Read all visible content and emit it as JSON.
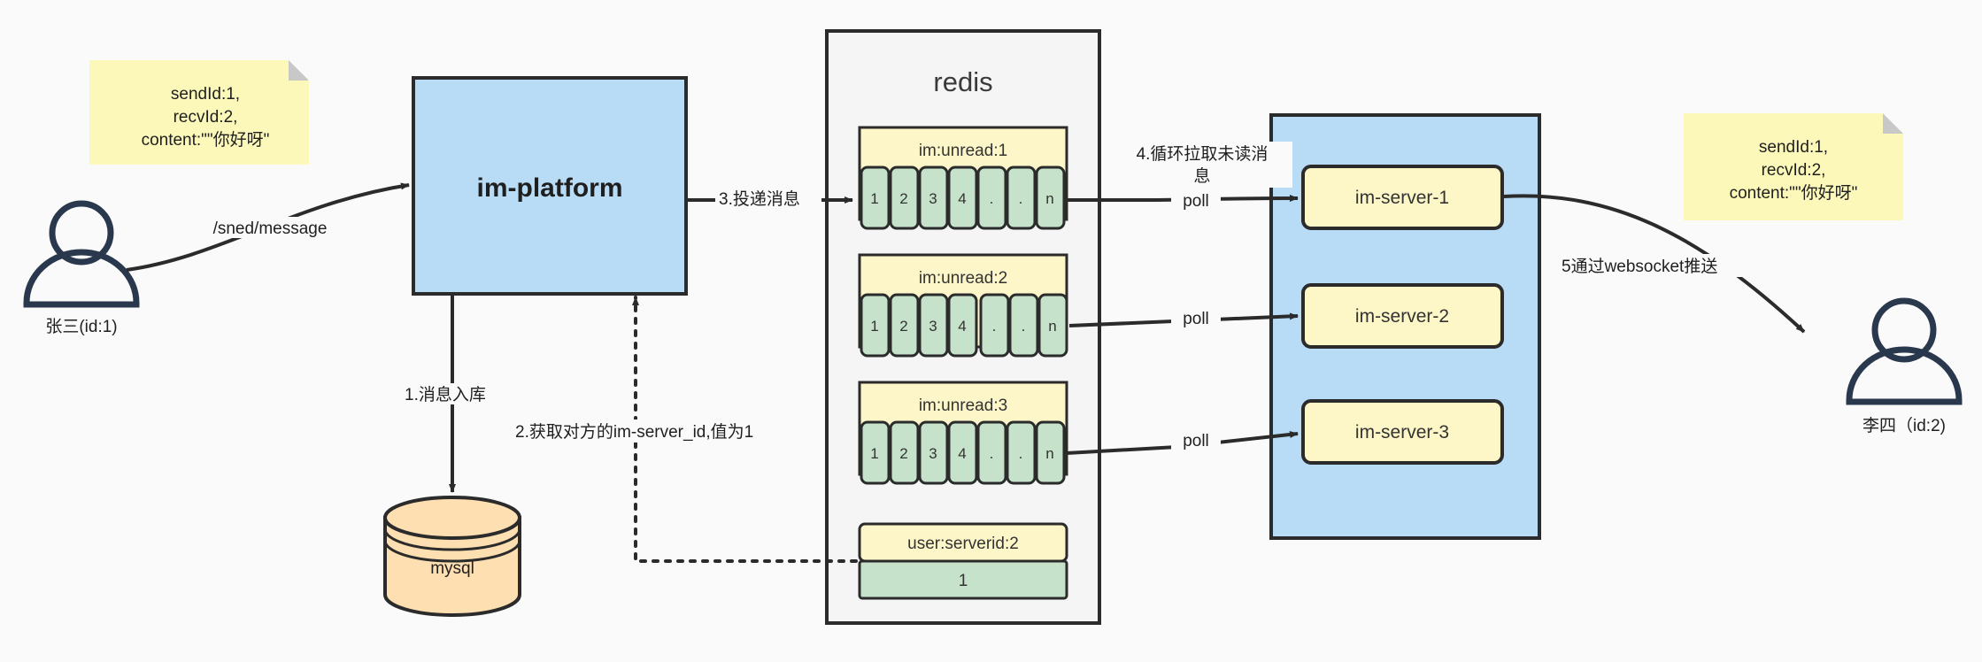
{
  "diagram": {
    "title": "IM message delivery architecture",
    "colors": {
      "note_fill": "#FCF8B9",
      "note_fold": "#C8C8C8",
      "platform_fill": "#B9DCF6",
      "redis_fill": "#F5F5F5",
      "key_fill": "#FCF6C8",
      "cell_fill": "#C6E2CA",
      "server_fill": "#FDF6C7",
      "mysql_fill": "#FEDFB2",
      "stroke": "#2B2B2B",
      "actor_stroke": "#29384D",
      "canvas": "#fafafa"
    }
  },
  "actors": [
    {
      "name": "sender",
      "label": "张三(id:1)"
    },
    {
      "name": "receiver",
      "label": "李四（id:2)"
    }
  ],
  "notes": [
    {
      "name": "note-left",
      "lines": [
        "sendId:1,",
        "recvId:2,",
        "content:\"\"你好呀\""
      ]
    },
    {
      "name": "note-right",
      "lines": [
        "sendId:1,",
        "recvId:2,",
        "content:\"\"你好呀\""
      ]
    }
  ],
  "platform": {
    "label": "im-platform"
  },
  "mysql": {
    "label": "mysql"
  },
  "redis": {
    "title": "redis",
    "lists": [
      {
        "key": "im:unread:1",
        "cells": [
          "1",
          "2",
          "3",
          "4",
          ".",
          ".",
          "n"
        ]
      },
      {
        "key": "im:unread:2",
        "cells": [
          "1",
          "2",
          "3",
          "4",
          ".",
          ".",
          "n"
        ]
      },
      {
        "key": "im:unread:3",
        "cells": [
          "1",
          "2",
          "3",
          "4",
          ".",
          ".",
          "n"
        ]
      }
    ],
    "entry": {
      "key": "user:serverid:2",
      "value": "1"
    }
  },
  "servers": {
    "items": [
      {
        "label": "im-server-1"
      },
      {
        "label": "im-server-2"
      },
      {
        "label": "im-server-3"
      }
    ]
  },
  "edges": [
    {
      "name": "edge-send-message",
      "label": "/sned/message"
    },
    {
      "name": "edge-step1",
      "label": "1.消息入库"
    },
    {
      "name": "edge-step2",
      "label": "2.获取对方的im-server_id,值为1"
    },
    {
      "name": "edge-step3",
      "label": "3.投递消息"
    },
    {
      "name": "edge-step4-line1",
      "label": "4.循环拉取未读消"
    },
    {
      "name": "edge-step4-line2",
      "label": "息"
    },
    {
      "name": "edge-poll-1",
      "label": "poll"
    },
    {
      "name": "edge-poll-2",
      "label": "poll"
    },
    {
      "name": "edge-poll-3",
      "label": "poll"
    },
    {
      "name": "edge-step5",
      "label": "5通过websocket推送"
    }
  ]
}
